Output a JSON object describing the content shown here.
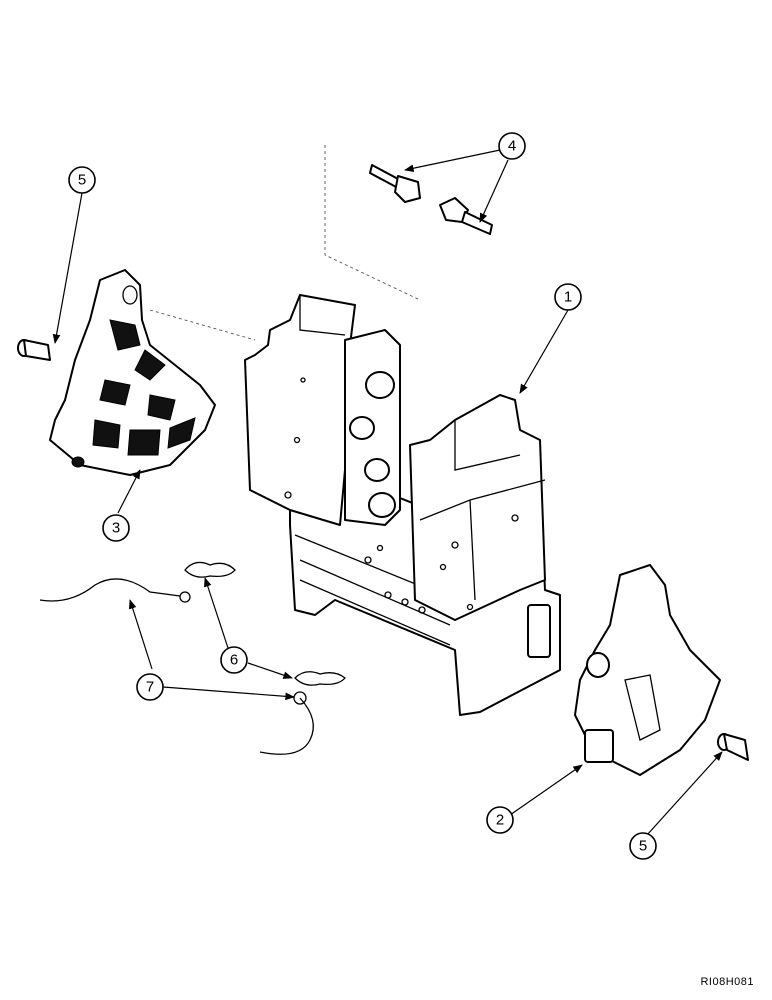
{
  "diagram": {
    "reference_code": "RI08H081",
    "callouts": [
      {
        "id": "c1",
        "label": "1"
      },
      {
        "id": "c2",
        "label": "2"
      },
      {
        "id": "c3",
        "label": "3"
      },
      {
        "id": "c4",
        "label": "4"
      },
      {
        "id": "c5a",
        "label": "5"
      },
      {
        "id": "c5b",
        "label": "5"
      },
      {
        "id": "c6",
        "label": "6"
      },
      {
        "id": "c7",
        "label": "7"
      }
    ]
  }
}
